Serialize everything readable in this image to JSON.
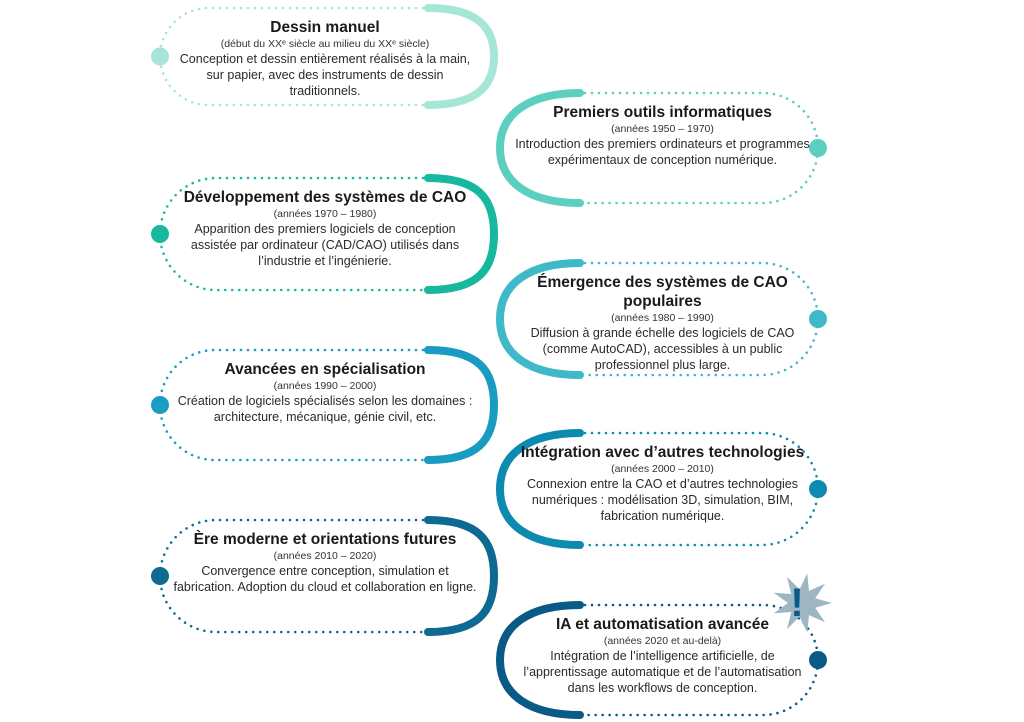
{
  "items": [
    {
      "side": "left",
      "title": "Dessin manuel",
      "period": "(début du XXᵉ siècle au milieu du XXᵉ siècle)",
      "description": "Conception et dessin entièrement réalisés à la main, sur papier, avec des instruments de dessin traditionnels.",
      "color": "#a6e6d6"
    },
    {
      "side": "right",
      "title": "Premiers outils informatiques",
      "period": "(années 1950 – 1970)",
      "description": "Introduction des premiers ordinateurs et programmes expérimentaux de conception numérique.",
      "color": "#5ccfbe"
    },
    {
      "side": "left",
      "title": "Développement des systèmes de CAO",
      "period": "(années 1970 – 1980)",
      "description": "Apparition des premiers logiciels de conception assistée par ordinateur (CAD/CAO) utilisés dans l’industrie et l’ingénierie.",
      "color": "#18b89e"
    },
    {
      "side": "right",
      "title": "Émergence des systèmes de CAO populaires",
      "period": "(années 1980 – 1990)",
      "description": "Diffusion à grande échelle des logiciels de CAO (comme AutoCAD), accessibles à un public professionnel plus large.",
      "color": "#3fb9c8"
    },
    {
      "side": "left",
      "title": "Avancées en spécialisation",
      "period": "(années 1990 – 2000)",
      "description": "Création de logiciels spécialisés selon les domaines : architecture, mécanique, génie civil, etc.",
      "color": "#1a9cc2"
    },
    {
      "side": "right",
      "title": "Intégration avec d’autres technologies",
      "period": "(années 2000 – 2010)",
      "description": "Connexion entre la CAO et d’autres technologies numériques : modélisation 3D, simulation, BIM, fabrication numérique.",
      "color": "#0c8ab0"
    },
    {
      "side": "left",
      "title": "Ère moderne et orientations futures",
      "period": "(années 2010 – 2020)",
      "description": "Convergence entre conception, simulation et fabrication. Adoption du cloud et collaboration en ligne.",
      "color": "#0d6a92"
    },
    {
      "side": "right",
      "title": "IA et automatisation avancée",
      "period": "(années 2020 et au-delà)",
      "description": "Intégration de l’intelligence artificielle, de l’apprentissage automatique et de l’automatisation dans les workflows de conception.",
      "color": "#0a5a88"
    }
  ],
  "badge": {
    "icon": "exclamation-burst-icon",
    "symbol": "!",
    "color": "#9db6c2",
    "mark_color": "#0a5a88"
  }
}
